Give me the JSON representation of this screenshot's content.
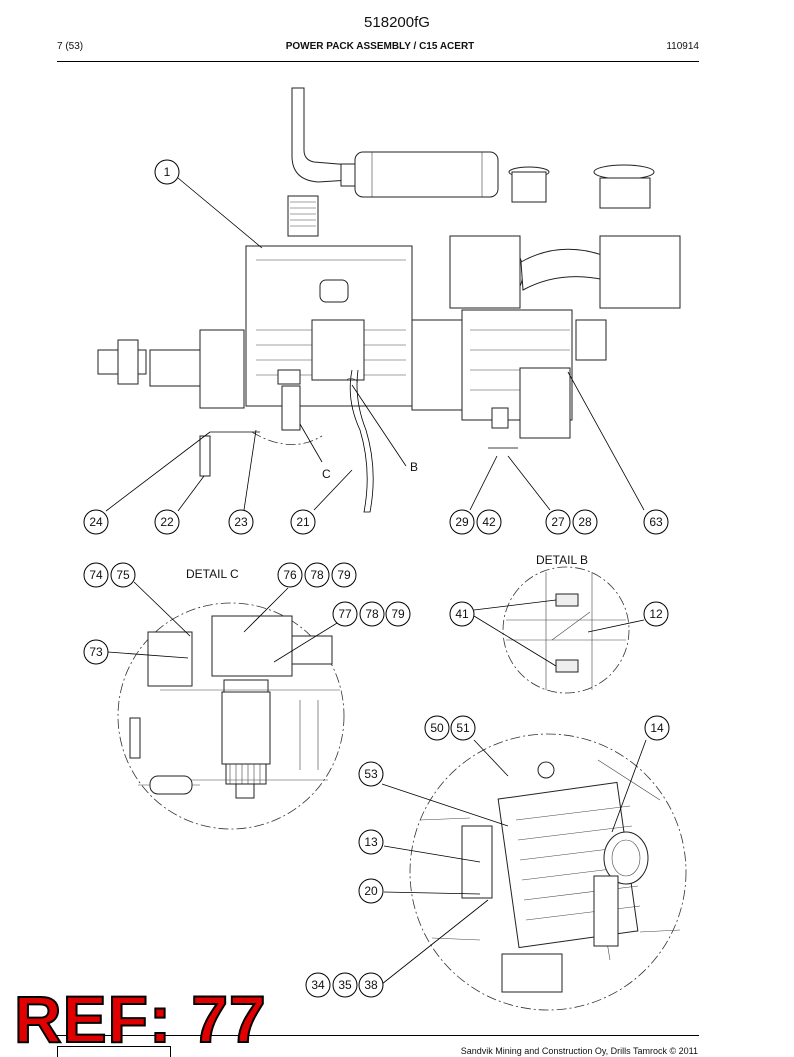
{
  "header": {
    "doc_id": "518200fG",
    "page": "7 (53)",
    "title": "POWER PACK ASSEMBLY / C15 ACERT",
    "code": "110914"
  },
  "main_callouts": [
    "1",
    "24",
    "22",
    "23",
    "21",
    "29",
    "42",
    "27",
    "28",
    "63"
  ],
  "detail_letters": {
    "c": "C",
    "b": "B"
  },
  "detail_c": {
    "title": "DETAIL C",
    "callouts": [
      "74",
      "75",
      "76",
      "78",
      "79",
      "77",
      "78",
      "79",
      "73"
    ]
  },
  "detail_b": {
    "title": "DETAIL B",
    "callouts": [
      "41",
      "12"
    ]
  },
  "detail_lower": {
    "callouts": [
      "50",
      "51",
      "14",
      "53",
      "13",
      "20",
      "34",
      "35",
      "38"
    ]
  },
  "ref_stamp": "REF: 77",
  "footer": {
    "copyright": "Sandvik Mining and Construction Oy, Drills Tamrock © 2011"
  }
}
